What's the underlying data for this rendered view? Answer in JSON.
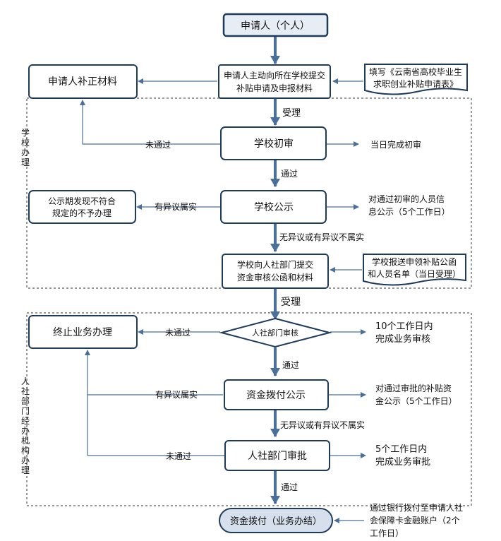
{
  "nodes": {
    "applicant": "申请人（个人）",
    "supplement": "申请人补正材料",
    "submit_line1": "申请人主动向所在学校提交",
    "submit_line2": "补贴申请及申报材料",
    "form_line1": "填写《云南省高校毕业生",
    "form_line2": "求职创业补贴申请表》",
    "school_review": "学校初审",
    "same_day": "当日完成初审",
    "school_publicity": "学校公示",
    "publicity_info_line1": "对通过初审的人员信",
    "publicity_info_line2": "息公示（5个工作日）",
    "reject_publicity_line1": "公示期发现不符合",
    "reject_publicity_line2": "规定的不予办理",
    "school_submit_line1": "学校向人社部门提交",
    "school_submit_line2": "资金审核公函和材料",
    "school_report_line1": "学校报送申领补贴公函",
    "school_report_line2": "和人员名单（当日受理）",
    "hr_review": "人社部门审核",
    "hr_review_time_line1": "10个工作日内",
    "hr_review_time_line2": "完成业务审核",
    "terminate": "终止业务办理",
    "fund_publicity": "资金拨付公示",
    "fund_publicity_info_line1": "对通过审批的补贴资",
    "fund_publicity_info_line2": "金公示（5个工作日）",
    "hr_approval": "人社部门审批",
    "hr_approval_time_line1": "5个工作日内",
    "hr_approval_time_line2": "完成业务审批",
    "fund_payment": "资金拨付（业务办结）",
    "bank_line1": "通过银行拨付至申请人社",
    "bank_line2": "会保障卡金融账户（2个",
    "bank_line3": "工作日）"
  },
  "edges": {
    "accept_1": "受理",
    "not_pass_1": "未通过",
    "pass_1": "通过",
    "objection_1": "有异议属实",
    "no_objection_1": "无异议或有异议不属实",
    "accept_2": "受理",
    "not_pass_2": "未通过",
    "pass_2": "通过",
    "objection_2": "有异议属实",
    "no_objection_2": "无异议或有异议不属实",
    "not_pass_3": "未通过",
    "pass_3": "通过"
  },
  "regions": {
    "school": [
      "学",
      "校",
      "办",
      "理"
    ],
    "hr": [
      "人",
      "社",
      "部",
      "门",
      "经",
      "办",
      "机",
      "构",
      "办",
      "理"
    ]
  }
}
